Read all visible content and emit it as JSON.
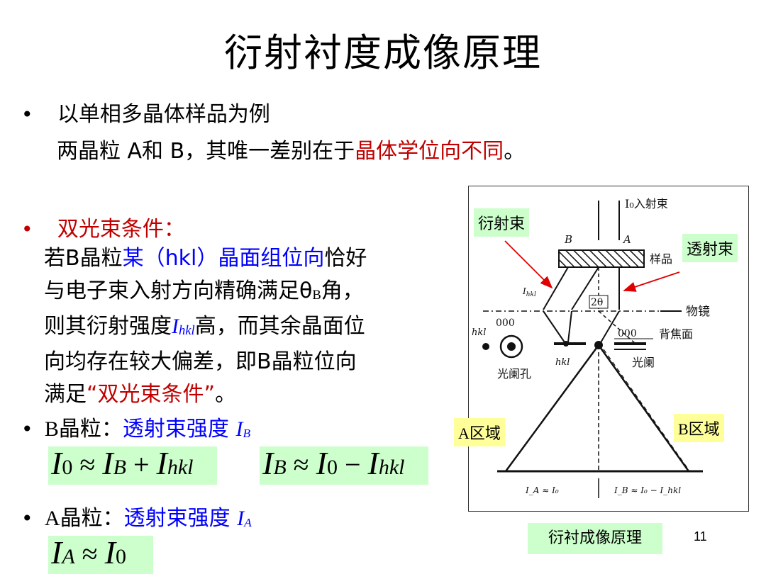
{
  "title": "衍射衬度成像原理",
  "intro": {
    "line1": "以单相多晶体样品为例",
    "line2_a": "两晶粒 A和 B，其唯一差别在于",
    "line2_b": "晶体学位向不同",
    "line2_c": "。"
  },
  "two_beam": {
    "heading": "双光束条件：",
    "p1_a": "若B晶粒",
    "p1_b": "某（hkl）晶面组位向",
    "p1_c": "恰好",
    "p2": "与电子束入射方向精确满足θ",
    "p2_sub": "B",
    "p2_end": "角，",
    "p3_a": "则其衍射强度",
    "p3_I": "I",
    "p3_sub": "hkl",
    "p3_b": "高，而其余晶面位",
    "p4": "向均存在较大偏差，即B晶粒位向",
    "p5_a": "满足",
    "p5_b": "“双光束条件”",
    "p5_c": "。"
  },
  "b_grain": {
    "label": "B晶粒：",
    "desc": "透射束强度 ",
    "sym": "I",
    "sub": "B"
  },
  "formula1": {
    "I": "I",
    "zero": "0",
    "approx": " ≈ ",
    "IB": "I",
    "B": "B",
    "plus": " + ",
    "Ihkl": "I",
    "hkl": "hkl"
  },
  "formula2": {
    "IB": "I",
    "B": "B",
    "approx": " ≈ ",
    "I": "I",
    "zero": "0",
    "minus": " − ",
    "Ihkl": "I",
    "hkl": "hkl"
  },
  "a_grain": {
    "label": "A晶粒：",
    "desc": "透射束强度 ",
    "sym": "I",
    "sub": "A"
  },
  "formula3": {
    "IA": "I",
    "A": "A",
    "approx": " ≈ ",
    "I": "I",
    "zero": "0"
  },
  "diagram": {
    "incident": "I₀入射束",
    "B": "B",
    "A": "A",
    "sample": "样品",
    "ihkl": "I",
    "ihkl_sub": "hkl",
    "two_theta": "2θ",
    "lens": "物镜",
    "hkl_left": "hkl",
    "zero_left": "000",
    "zero_right": "000",
    "back_focal": "背焦面",
    "hkl_under": "hkl",
    "aperture_hole": "光阑孔",
    "aperture": "光阑",
    "bottom_left": "I_A ≈ I₀",
    "bottom_right": "I_B ≈ I₀ − I_hkl"
  },
  "callouts": {
    "diffracted": "衍射束",
    "transmitted": "透射束",
    "a_region": "A区域",
    "b_region": "B区域"
  },
  "caption": "衍衬成像原理",
  "page_number": "11"
}
